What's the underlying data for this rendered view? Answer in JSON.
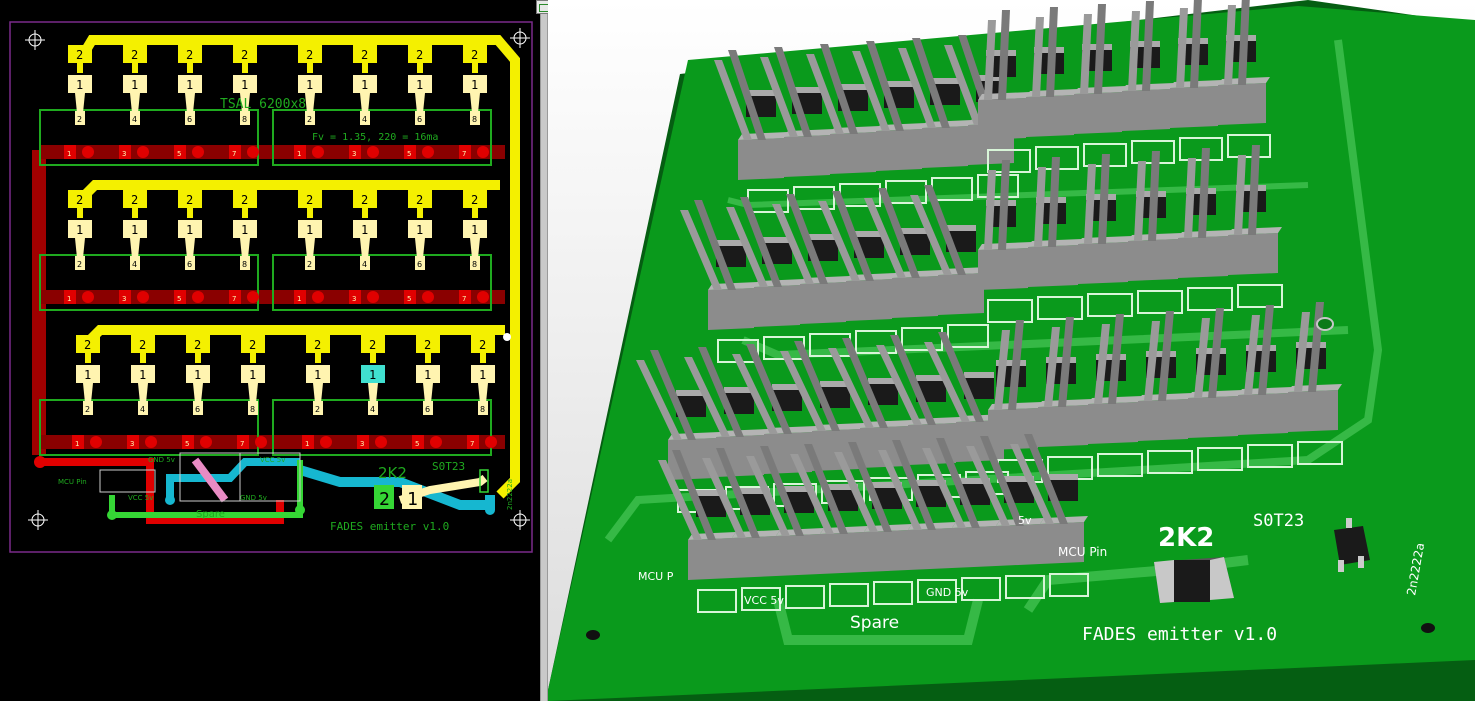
{
  "layout_view": {
    "rows": [
      {
        "pad_top": "2",
        "pad_mid": "1",
        "pin_numbers": [
          "2",
          "4",
          "6",
          "8",
          "2",
          "4",
          "6",
          "8"
        ],
        "pin_low": [
          "1",
          "3",
          "5",
          "7",
          "1",
          "3",
          "5",
          "7"
        ]
      },
      {
        "pad_top": "2",
        "pad_mid": "1",
        "pin_numbers": [
          "2",
          "4",
          "6",
          "8",
          "2",
          "4",
          "6",
          "8"
        ],
        "pin_low": [
          "1",
          "3",
          "5",
          "7",
          "1",
          "3",
          "5",
          "7"
        ]
      },
      {
        "pad_top": "2",
        "pad_mid": "1",
        "pin_numbers": [
          "2",
          "4",
          "6",
          "8",
          "2",
          "4",
          "6",
          "8"
        ],
        "pin_low": [
          "1",
          "3",
          "5",
          "7",
          "1",
          "3",
          "5",
          "7"
        ]
      }
    ],
    "label_tsal": "TSAL 6200x8",
    "label_formula": "Fv = 1.35, 220 = 16ma",
    "label_2k2": "2K2",
    "label_sot23": "S0T23",
    "label_mcu": "MCU Pin",
    "label_gnd5v": "GND 5v",
    "label_vcc5v": "VCC 5v",
    "label_vcc5v_low": "VCC 5v",
    "label_gnd5v_low": "GND 5v",
    "label_spare": "Spare",
    "label_fades": "FADES emitter v1.0",
    "label_transistor": "2n2222a",
    "resistor_pad_2": "2",
    "resistor_pad_1": "1",
    "connector_pins": [
      "2",
      "1",
      "4",
      "3",
      "6",
      "5",
      "8",
      "7"
    ]
  },
  "view3d": {
    "label_2k2": "2K2",
    "label_sot23": "S0T23",
    "label_fades": "FADES emitter v1.0",
    "label_spare": "Spare",
    "label_mcu": "MCU Pin",
    "label_mcu_left": "MCU P",
    "label_vcc": "VCC 5v",
    "label_gnd": "GND 5v",
    "label_gnd_side": "5v",
    "label_transistor": "2n2222a"
  },
  "colors": {
    "copper_top": "#c00000",
    "silk_yellow": "#f4f000",
    "pad_cream": "#fff4b0",
    "outline_green": "#1faa1f",
    "trace_cyan": "#16b7d0",
    "trace_pink": "#e98bc4",
    "trace_green": "#35d635",
    "board_green": "#0a9a1c"
  }
}
